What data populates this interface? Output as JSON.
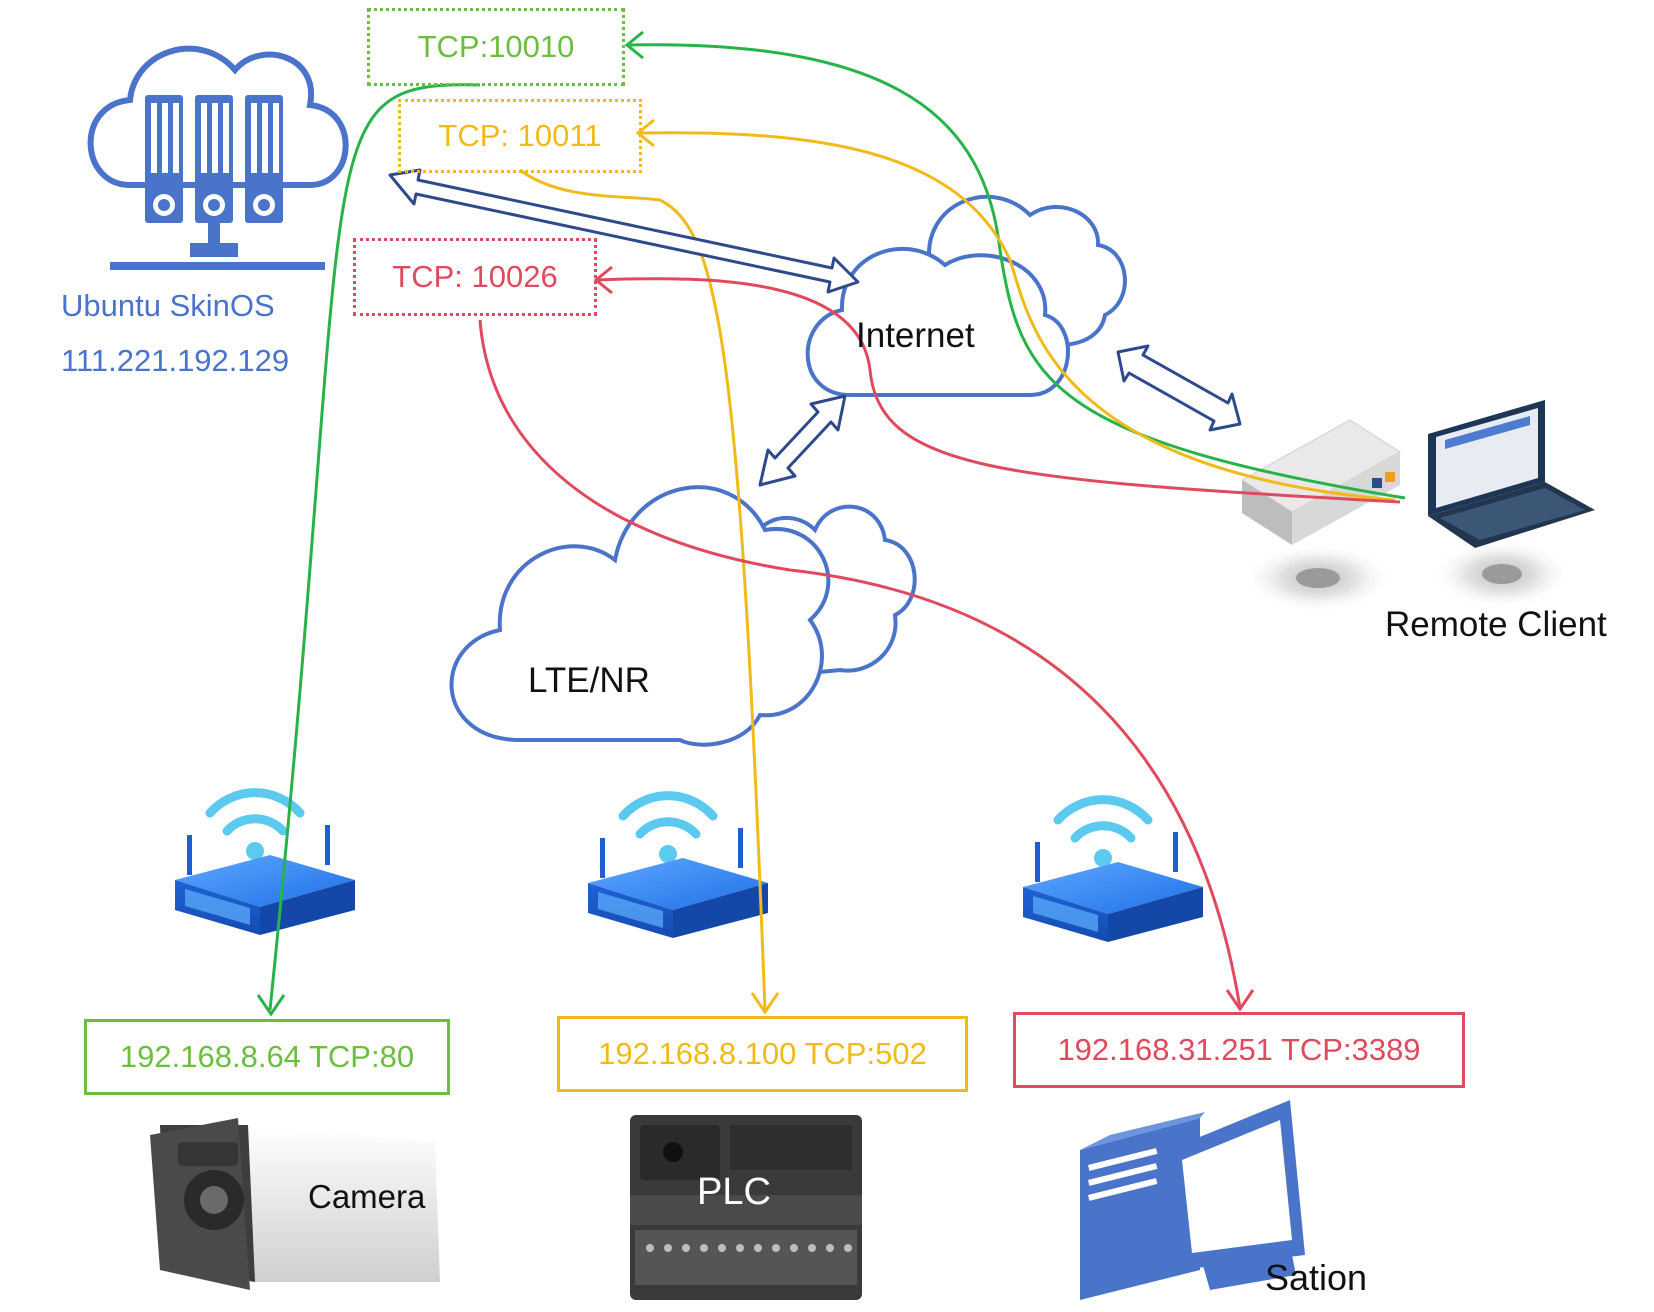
{
  "server": {
    "name": "Ubuntu SkinOS",
    "ip": "111.221.192.129"
  },
  "ports": {
    "green": "TCP:10010",
    "yellow": "TCP: 10011",
    "red": "TCP: 10026"
  },
  "clouds": {
    "internet": "Internet",
    "cellular": "LTE/NR"
  },
  "remote": {
    "label": "Remote Client"
  },
  "endpoints": {
    "camera": {
      "address": "192.168.8.64 TCP:80",
      "label": "Camera"
    },
    "plc": {
      "address": "192.168.8.100 TCP:502",
      "label": "PLC"
    },
    "station": {
      "address": "192.168.31.251 TCP:3389",
      "label": "Sation"
    }
  },
  "colors": {
    "blue": "#4a74c9",
    "navy": "#2f4a8c",
    "green": "#27b34a",
    "green_text": "#6cbf3e",
    "yellow": "#f0bb1a",
    "red": "#e04a5e",
    "wifi": "#5cc9ee"
  }
}
